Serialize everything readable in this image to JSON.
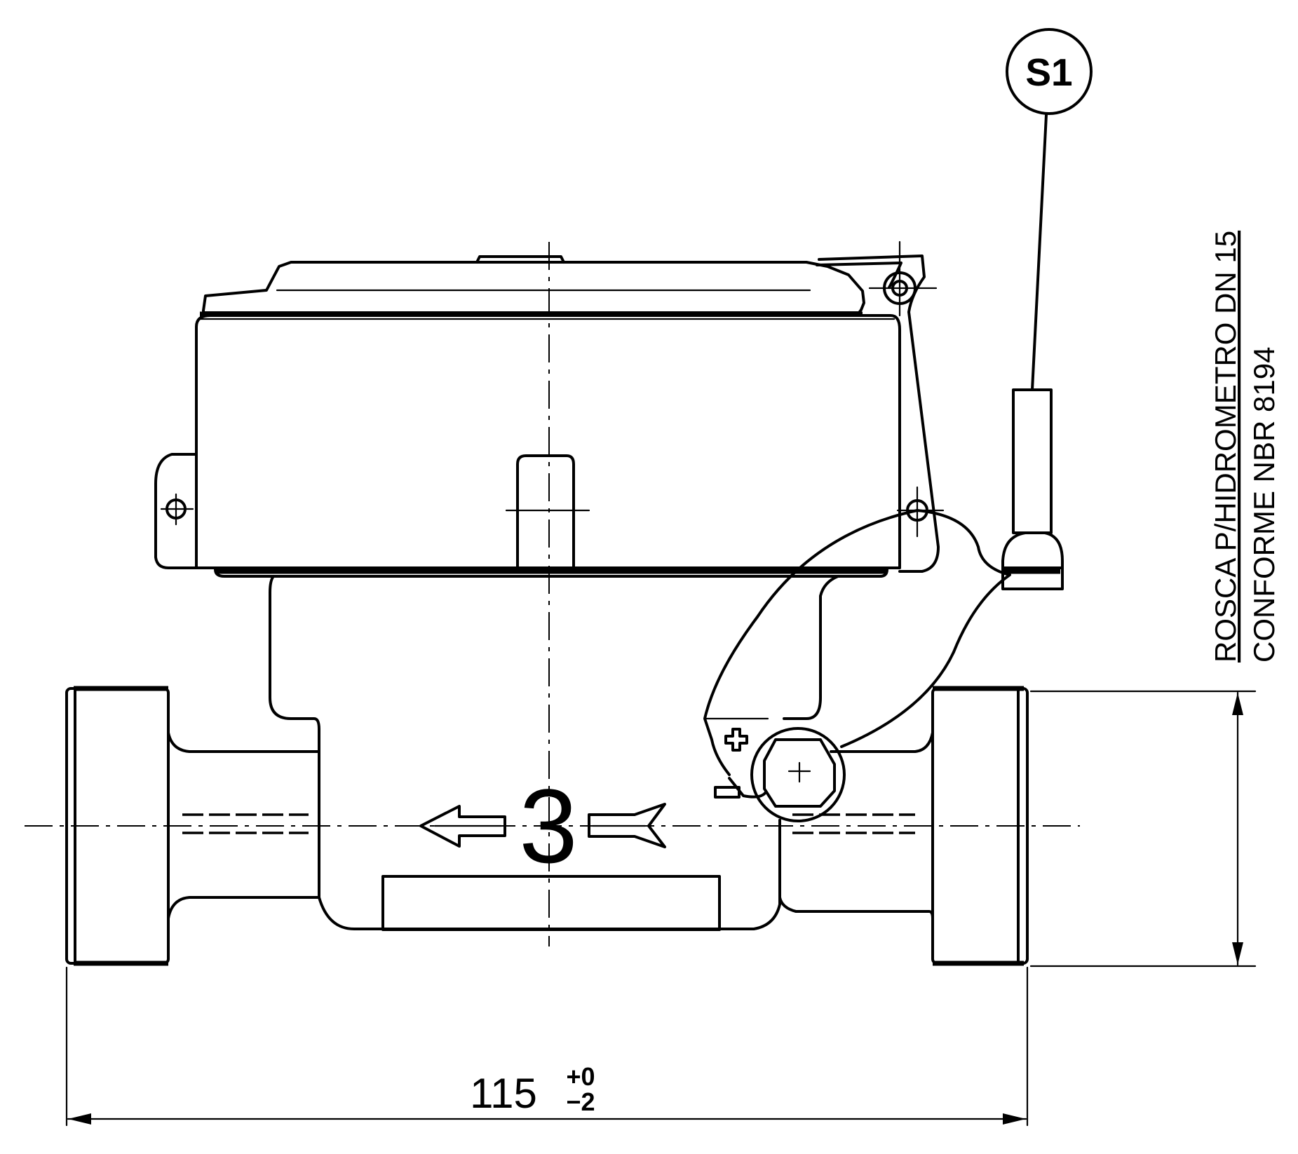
{
  "balloon": {
    "label": "S1"
  },
  "flow_number": "3",
  "dimension": {
    "nominal": "115",
    "tol_upper": "+0",
    "tol_lower": "−2"
  },
  "note": {
    "line1": "ROSCA P/HIDROMETRO DN 15",
    "line2": "CONFORME NBR 8194"
  }
}
